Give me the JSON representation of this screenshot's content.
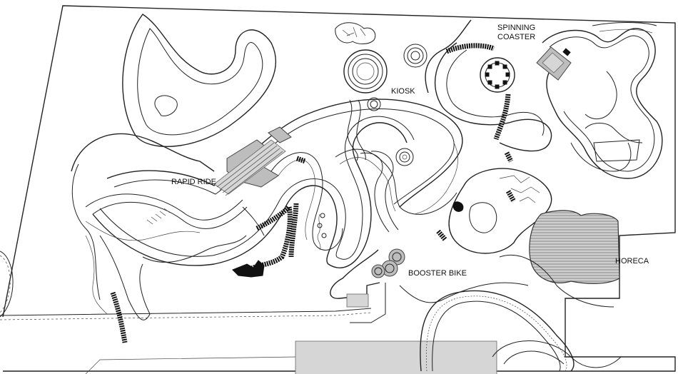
{
  "labels": {
    "spinning_coaster_line1": "SPINNING",
    "spinning_coaster_line2": "COASTER",
    "kiosk": "KIOSK",
    "rapid_ride": "RAPID RIDE",
    "booster_bike": "BOOSTER BIKE",
    "horeca": "HORECA"
  },
  "colors": {
    "line": "#222222",
    "track": "#111111",
    "building": "#bdbdbd",
    "plaza": "#d6d6d6",
    "background": "#ffffff"
  }
}
